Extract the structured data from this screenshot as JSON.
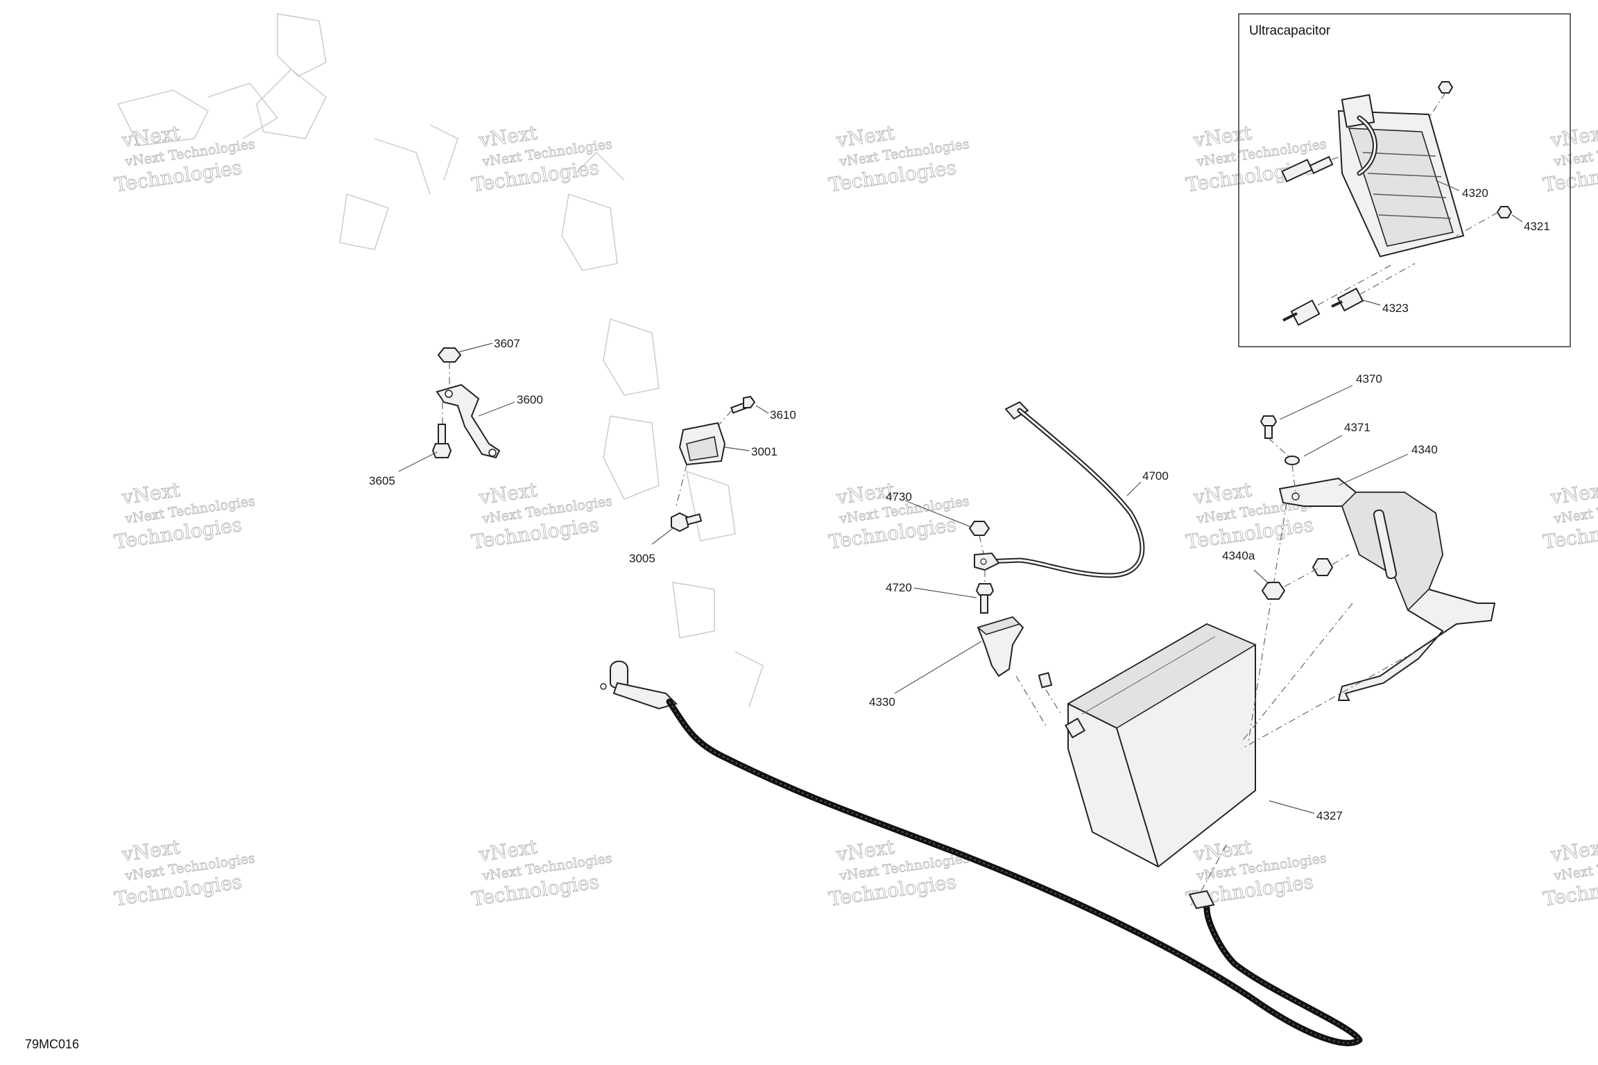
{
  "figure_code": "79MC016",
  "inset": {
    "title": "Ultracapacitor"
  },
  "callouts": {
    "c3607": "3607",
    "c3600": "3600",
    "c3605": "3605",
    "c3610": "3610",
    "c3001": "3001",
    "c3005": "3005",
    "c4320": "4320",
    "c4321": "4321",
    "c4323": "4323",
    "c4370": "4370",
    "c4371": "4371",
    "c4340": "4340",
    "c4340a": "4340a",
    "c4700": "4700",
    "c4730": "4730",
    "c4720": "4720",
    "c4330": "4330",
    "c4327": "4327"
  },
  "watermark": {
    "line1": "vNext Technologies",
    "line2": "Technologies",
    "mark": "vNext"
  }
}
